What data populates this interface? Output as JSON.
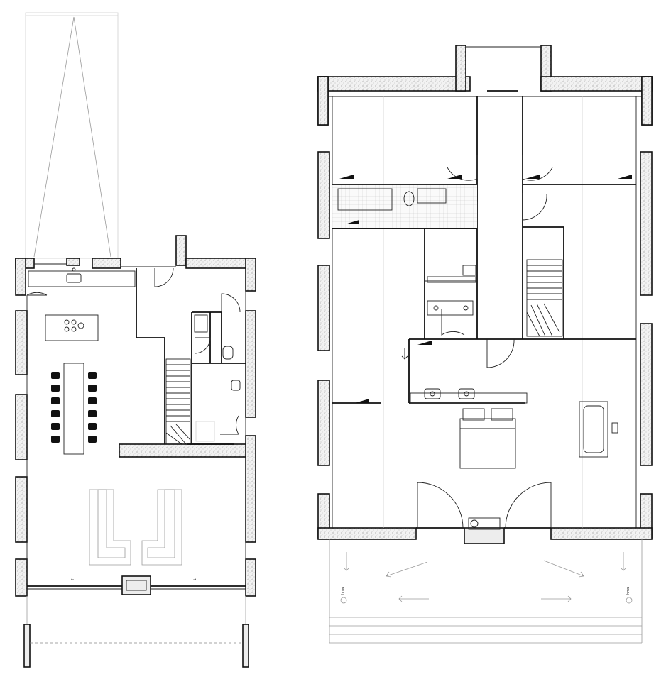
{
  "drawing": {
    "type": "architectural floor plans",
    "plans": [
      {
        "id": "ground-floor",
        "position": "left"
      },
      {
        "id": "upper-floor",
        "position": "right"
      }
    ]
  },
  "labels": {
    "tag_left": "hmu",
    "tag_right": "hmu"
  }
}
